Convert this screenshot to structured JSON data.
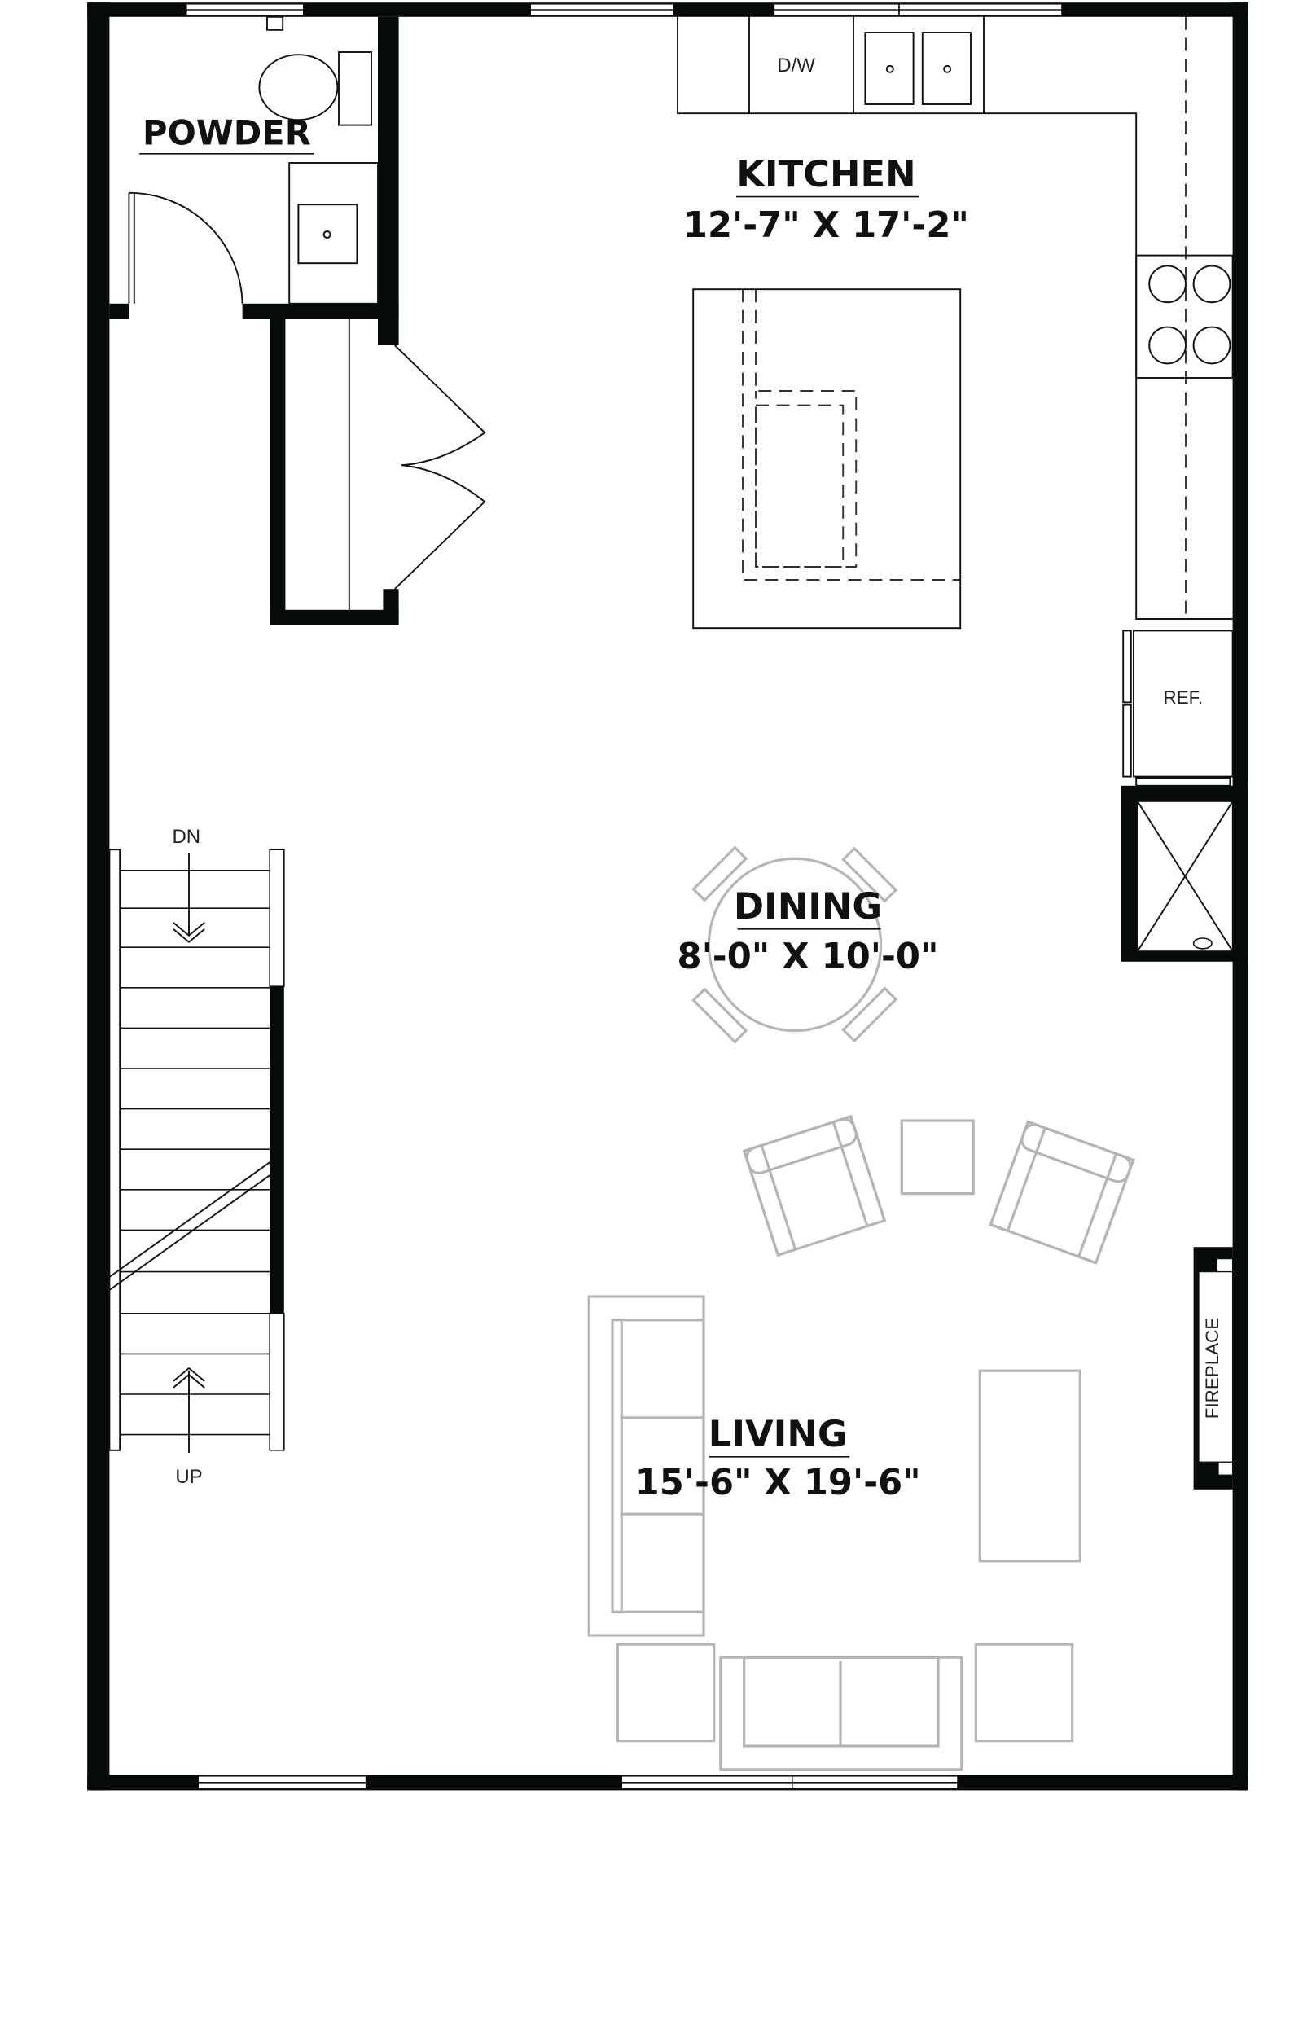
{
  "rooms": {
    "powder": {
      "name": "POWDER"
    },
    "kitchen": {
      "name": "KITCHEN",
      "dimensions": "12'-7\" X 17'-2\""
    },
    "dining": {
      "name": "DINING",
      "dimensions": "8'-0\" X 10'-0\""
    },
    "living": {
      "name": "LIVING",
      "dimensions": "15'-6\" X 19'-6\""
    }
  },
  "fixtures": {
    "dishwasher": "D/W",
    "refrigerator": "REF.",
    "fireplace": "FIREPLACE"
  },
  "stairs": {
    "down": "DN",
    "up": "UP"
  },
  "colors": {
    "wall": "#060a0b",
    "furniture": "#b5b5b5"
  }
}
